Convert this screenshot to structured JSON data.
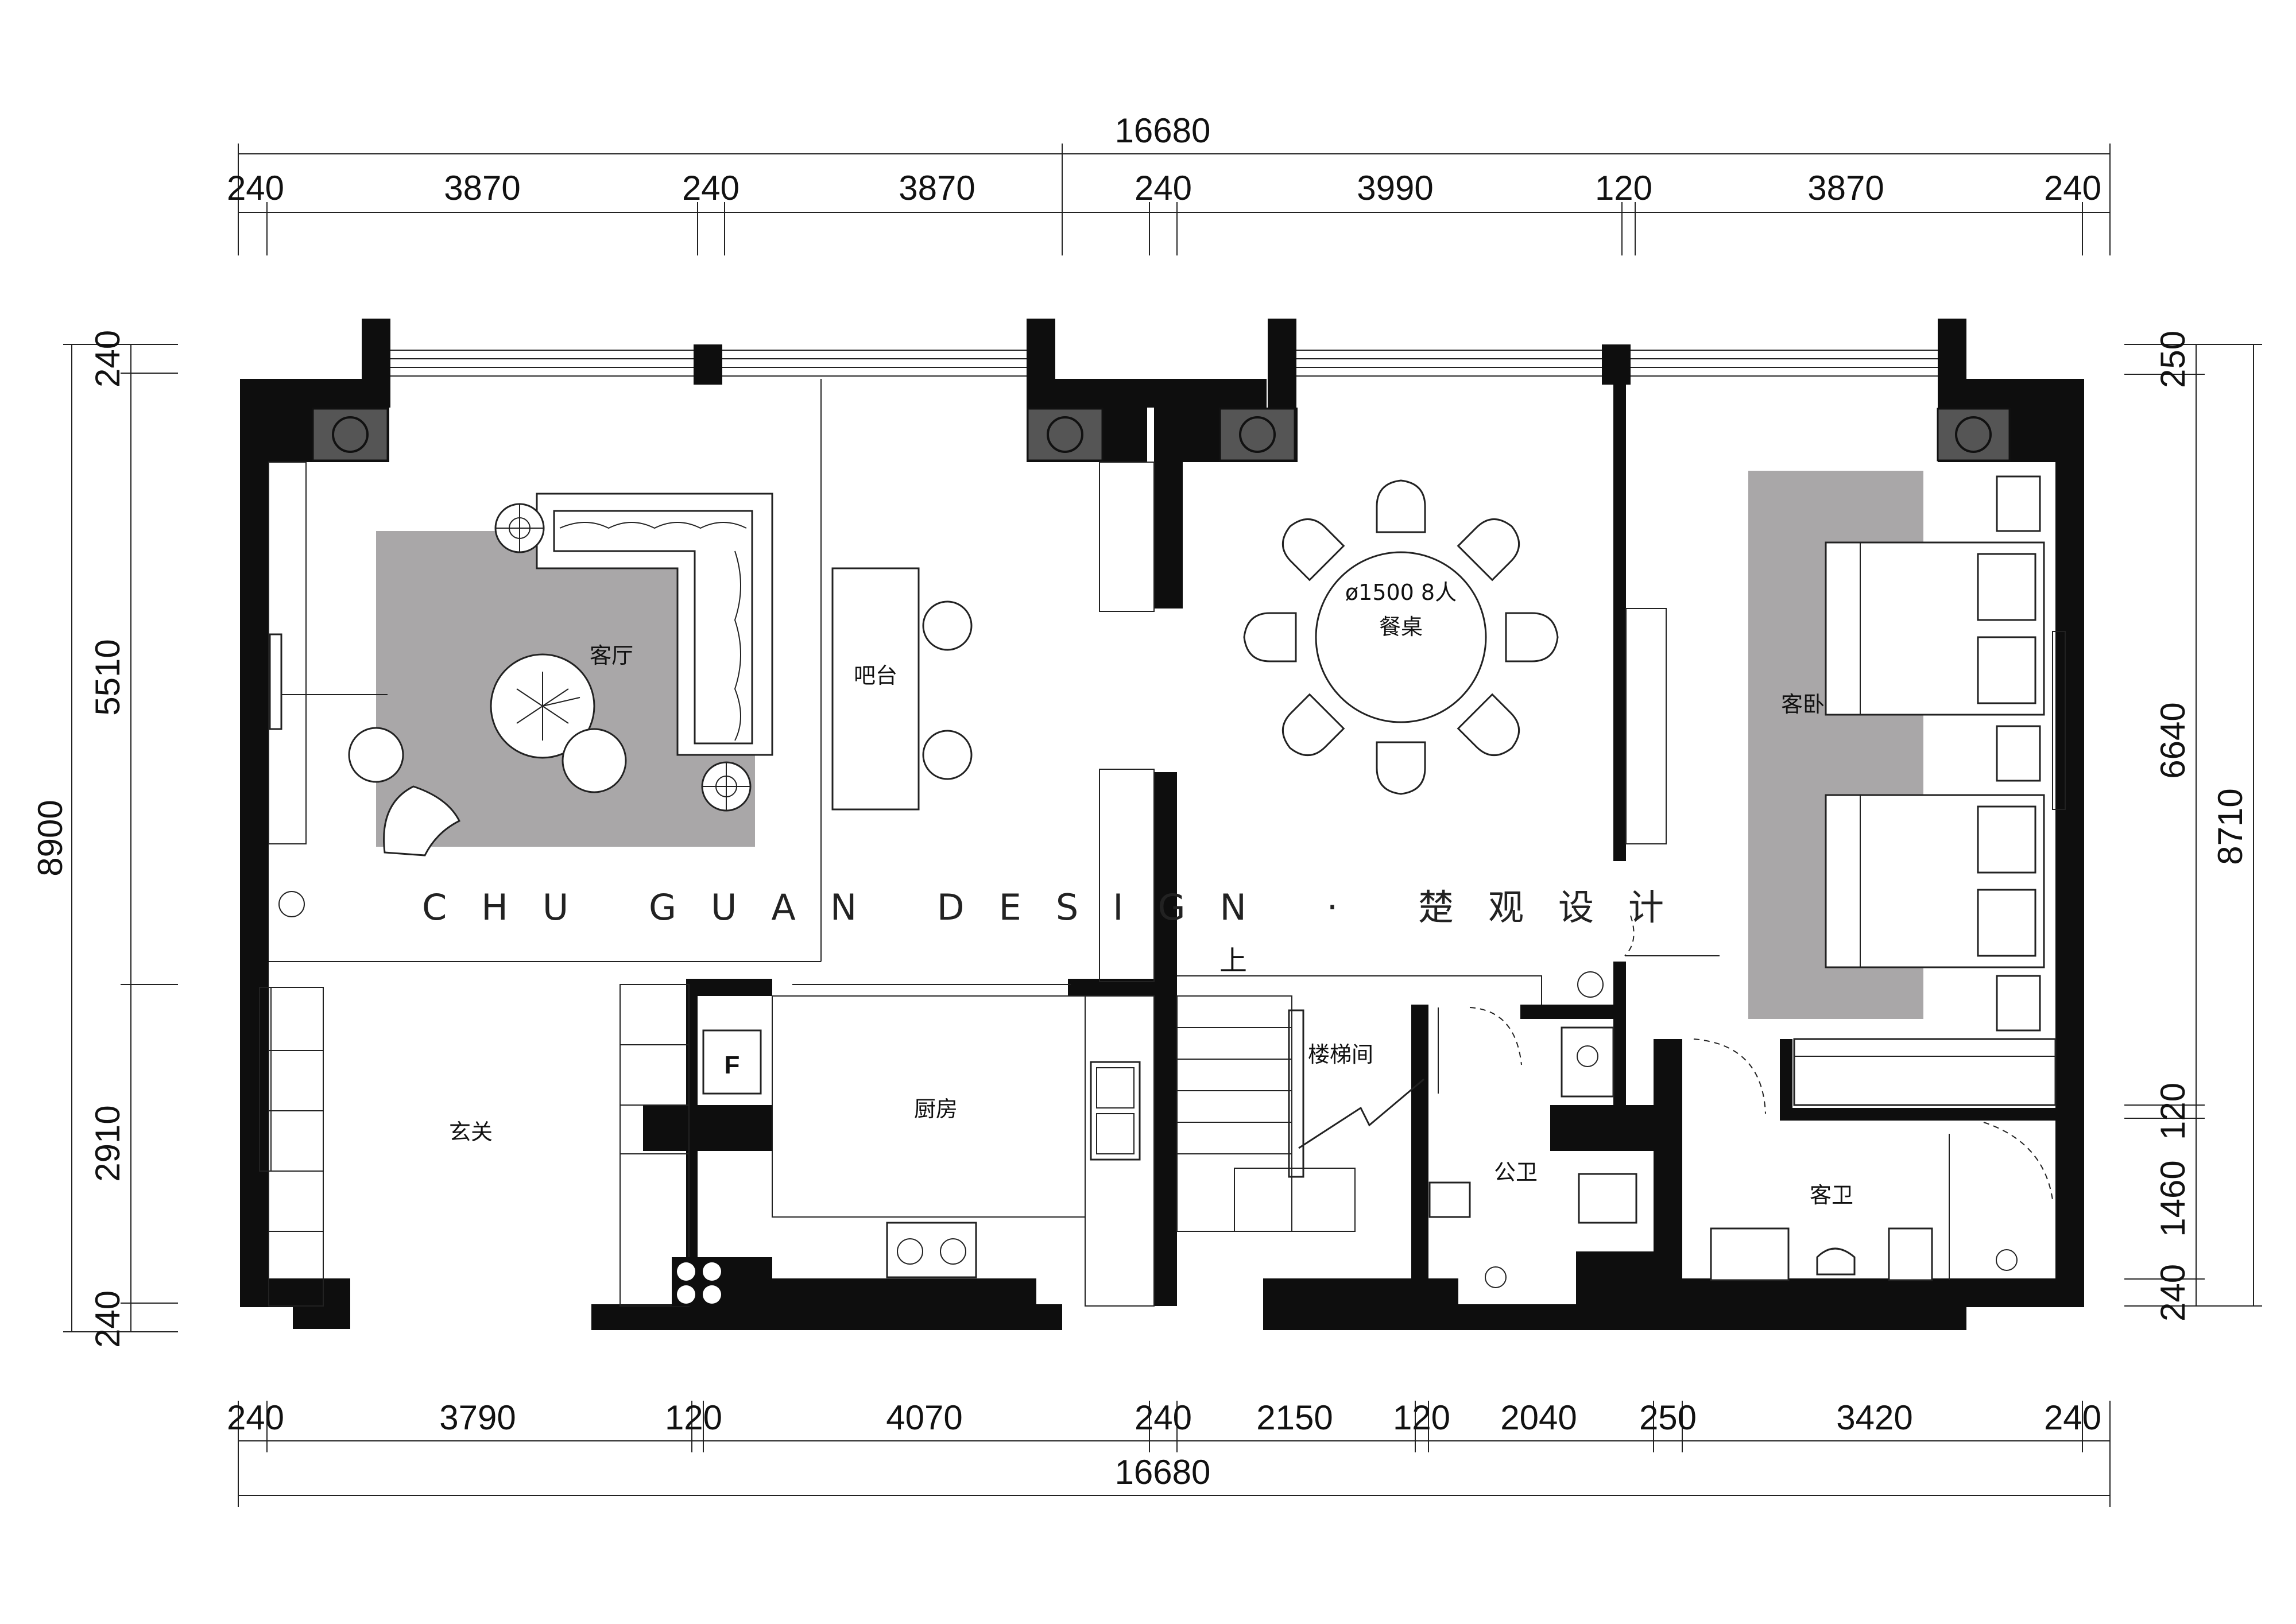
{
  "dimensions": {
    "top_total": "16680",
    "top_segments": [
      "240",
      "3870",
      "240",
      "3870",
      "240",
      "3990",
      "120",
      "3870",
      "240"
    ],
    "bottom_total": "16680",
    "bottom_segments": [
      "240",
      "3790",
      "120",
      "4070",
      "240",
      "2150",
      "120",
      "2040",
      "250",
      "3420",
      "240"
    ],
    "left_total": "8900",
    "left_segments": [
      "240",
      "5510",
      "2910",
      "240"
    ],
    "right_total": "8710",
    "right_segments": [
      "250",
      "6640",
      "120",
      "1460",
      "240"
    ]
  },
  "rooms": {
    "living": "客厅",
    "bar": "吧台",
    "entry": "玄关",
    "kitchen": "厨房",
    "fridge": "F",
    "dining_size": "ø1500  8人",
    "dining": "餐桌",
    "guest_bed": "客卧",
    "stair": "楼梯间",
    "stair_up": "上",
    "public_wc": "公卫",
    "guest_wc": "客卫"
  },
  "watermark": "CHU GUAN DESIGN · 楚观设计",
  "colors": {
    "wall": "#0e0e0e",
    "rug": "#a9a7a8",
    "column": "#555555",
    "line": "#222222"
  }
}
